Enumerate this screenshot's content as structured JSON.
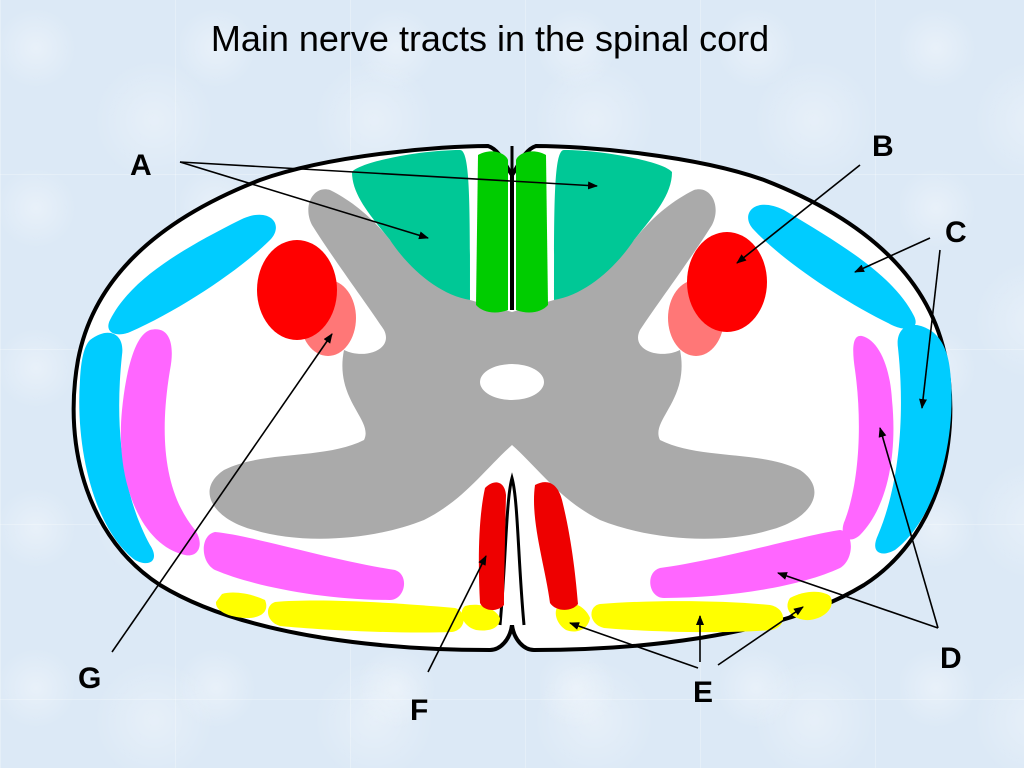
{
  "title": "Main nerve tracts in the spinal cord",
  "labels": {
    "a": "A",
    "b": "B",
    "c": "C",
    "d": "D",
    "e": "E",
    "f": "F",
    "g": "G"
  },
  "colors": {
    "outline": "#000000",
    "white_matter": "#ffffff",
    "grey_matter": "#aaaaaa",
    "dorsal_columns": "#00c896",
    "dorsal_columns_inner": "#00cc00",
    "spinocerebellar": "#00ccff",
    "corticospinal_lateral": "#ff0000",
    "corticospinal_lateral_light": "#ff7777",
    "spinothalamic": "#ff66ff",
    "vestibulospinal": "#ffff00",
    "anterior_corticospinal": "#ee0000"
  }
}
